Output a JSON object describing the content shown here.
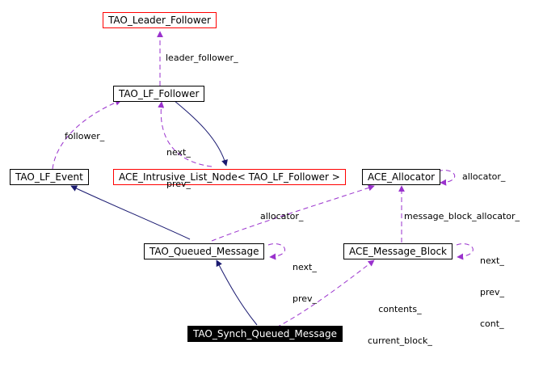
{
  "colors": {
    "inheritance": "#191970",
    "usage": "#9a32cd",
    "undocumented_border": "#ff0000",
    "focus_fill": "#000000"
  },
  "nodes": {
    "leader_follower": "TAO_Leader_Follower",
    "lf_follower": "TAO_LF_Follower",
    "intrusive_list_node": "ACE_Intrusive_List_Node< TAO_LF_Follower >",
    "lf_event": "TAO_LF_Event",
    "allocator": "ACE_Allocator",
    "queued_message": "TAO_Queued_Message",
    "message_block": "ACE_Message_Block",
    "synch_queued_message": "TAO_Synch_Queued_Message"
  },
  "edge_labels": {
    "leader_follower": "leader_follower_",
    "follower": "follower_",
    "next_prev_node": [
      "next_",
      "prev_"
    ],
    "allocator_self": "allocator_",
    "allocator_qm": "allocator_",
    "message_block_allocator": "message_block_allocator_",
    "qm_self": [
      "next_",
      "prev_"
    ],
    "mb_self": [
      "next_",
      "prev_",
      "cont_"
    ],
    "contents": [
      "contents_",
      "current_block_"
    ]
  }
}
